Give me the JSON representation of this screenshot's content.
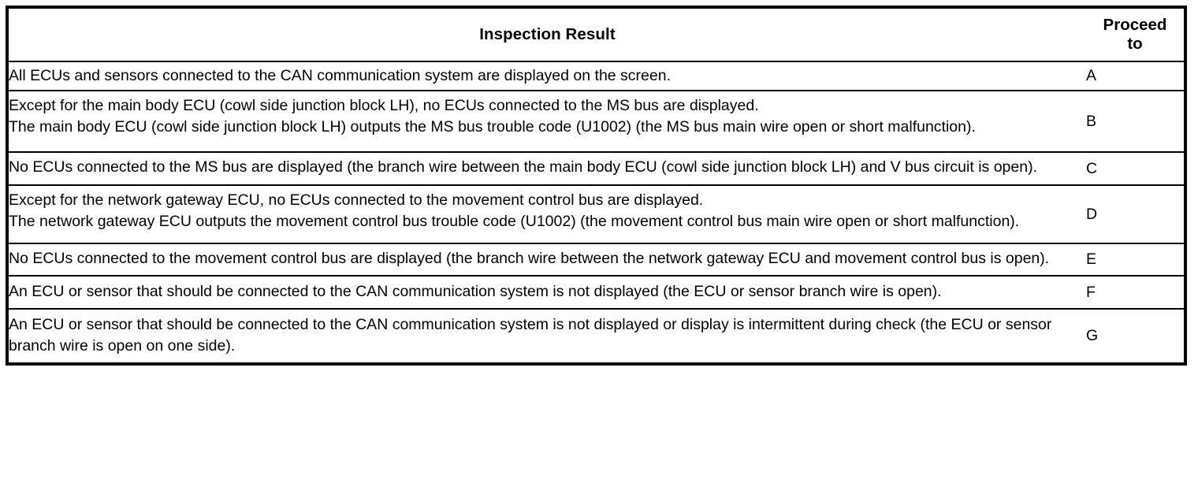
{
  "document": {
    "type": "inspection-result-table",
    "background_color": "#ffffff",
    "text_color": "#000000",
    "border_color": "#000000"
  },
  "table": {
    "headers": {
      "result": "Inspection Result",
      "proceed": "Proceed\nto"
    },
    "rows": [
      {
        "result": "All ECUs and sensors connected to the CAN communication system are displayed on the screen.",
        "proceed": "A"
      },
      {
        "result": "Except for the main body ECU (cowl side junction block LH), no ECUs connected to the MS bus are displayed.\nThe main body ECU (cowl side junction block LH) outputs the MS bus trouble code (U1002) (the MS bus main wire open or short malfunction).",
        "proceed": "B"
      },
      {
        "result": "No ECUs connected to the MS bus are displayed (the branch wire between the main body ECU (cowl side junction block LH) and V bus circuit is open).",
        "proceed": "C"
      },
      {
        "result": "Except for the network gateway ECU, no ECUs connected to the movement control bus are displayed.\nThe network gateway ECU outputs the movement control bus trouble code (U1002) (the movement control bus main wire open or short malfunction).",
        "proceed": "D"
      },
      {
        "result": "No ECUs connected to the movement control bus are displayed (the branch wire between the network gateway ECU and movement control bus is open).",
        "proceed": "E"
      },
      {
        "result": "An ECU or sensor that should be connected to the CAN communication system is not displayed (the ECU or sensor branch wire is open).",
        "proceed": "F"
      },
      {
        "result": "An ECU or sensor that should be connected to the CAN communication system is not displayed or display is intermittent during check (the ECU or sensor branch wire is open on one side).",
        "proceed": "G"
      }
    ]
  }
}
